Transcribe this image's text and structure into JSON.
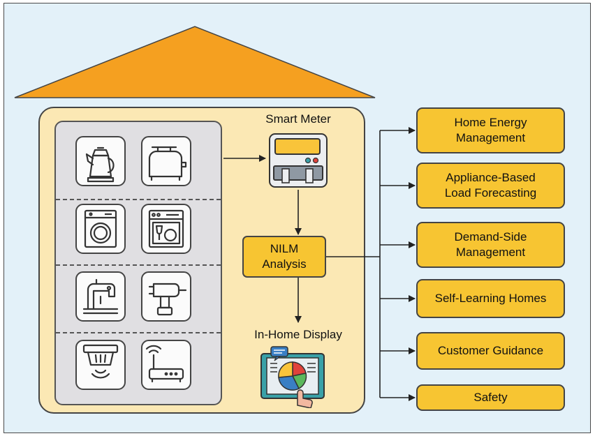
{
  "diagram": {
    "smart_meter_label": "Smart Meter",
    "nilm_line1": "NILM",
    "nilm_line2": "Analysis",
    "in_home_display_label": "In-Home Display",
    "appliances": [
      [
        "kettle-icon",
        "toaster-icon"
      ],
      [
        "washing-machine-icon",
        "dishwasher-icon"
      ],
      [
        "sewing-machine-icon",
        "power-drill-icon"
      ],
      [
        "smoke-detector-icon",
        "wifi-router-icon"
      ]
    ],
    "applications": [
      {
        "line1": "Home Energy",
        "line2": "Management"
      },
      {
        "line1": "Appliance-Based",
        "line2": "Load Forecasting"
      },
      {
        "line1": "Demand-Side",
        "line2": "Management"
      },
      {
        "line1": "Self-Learning Homes",
        "line2": ""
      },
      {
        "line1": "Customer Guidance",
        "line2": ""
      },
      {
        "line1": "Safety",
        "line2": ""
      }
    ],
    "colors": {
      "background": "#e3f1f9",
      "roof": "#f5a020",
      "house": "#fbe8b4",
      "box": "#f7c532",
      "panel": "#e0dfe2"
    }
  }
}
